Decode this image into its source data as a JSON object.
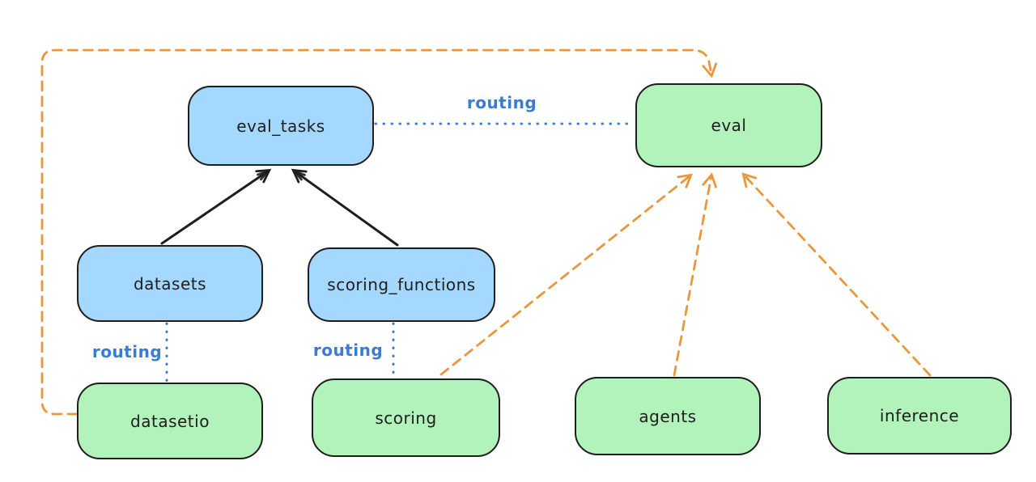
{
  "diagram": {
    "title": "",
    "nodes": [
      {
        "id": "eval_tasks",
        "label": "eval_tasks",
        "color": "blue"
      },
      {
        "id": "eval",
        "label": "eval",
        "color": "green"
      },
      {
        "id": "datasets",
        "label": "datasets",
        "color": "blue"
      },
      {
        "id": "scoring_functions",
        "label": "scoring_functions",
        "color": "blue"
      },
      {
        "id": "datasetio",
        "label": "datasetio",
        "color": "green"
      },
      {
        "id": "scoring",
        "label": "scoring",
        "color": "green"
      },
      {
        "id": "agents",
        "label": "agents",
        "color": "green"
      },
      {
        "id": "inference",
        "label": "inference",
        "color": "green"
      }
    ],
    "edges": [
      {
        "from": "eval_tasks",
        "to": "eval",
        "style": "dotted-blue",
        "label": "routing"
      },
      {
        "from": "datasets",
        "to": "datasetio",
        "style": "dotted-blue",
        "label": "routing"
      },
      {
        "from": "scoring_functions",
        "to": "scoring",
        "style": "dotted-blue",
        "label": "routing"
      },
      {
        "from": "datasets",
        "to": "eval_tasks",
        "style": "solid-black-arrow",
        "label": ""
      },
      {
        "from": "scoring_functions",
        "to": "eval_tasks",
        "style": "solid-black-arrow",
        "label": ""
      },
      {
        "from": "datasetio",
        "to": "eval",
        "style": "dashed-orange-arrow",
        "label": ""
      },
      {
        "from": "scoring",
        "to": "eval",
        "style": "dashed-orange-arrow",
        "label": ""
      },
      {
        "from": "agents",
        "to": "eval",
        "style": "dashed-orange-arrow",
        "label": ""
      },
      {
        "from": "inference",
        "to": "eval",
        "style": "dashed-orange-arrow",
        "label": ""
      }
    ],
    "colors": {
      "blue_node_fill": "#a5d8ff",
      "green_node_fill": "#b2f2bb",
      "node_border": "#1e1e1e",
      "orange_dashed": "#ea963b",
      "blue_routing": "#3b7cd2",
      "background": "#ffffff"
    }
  }
}
